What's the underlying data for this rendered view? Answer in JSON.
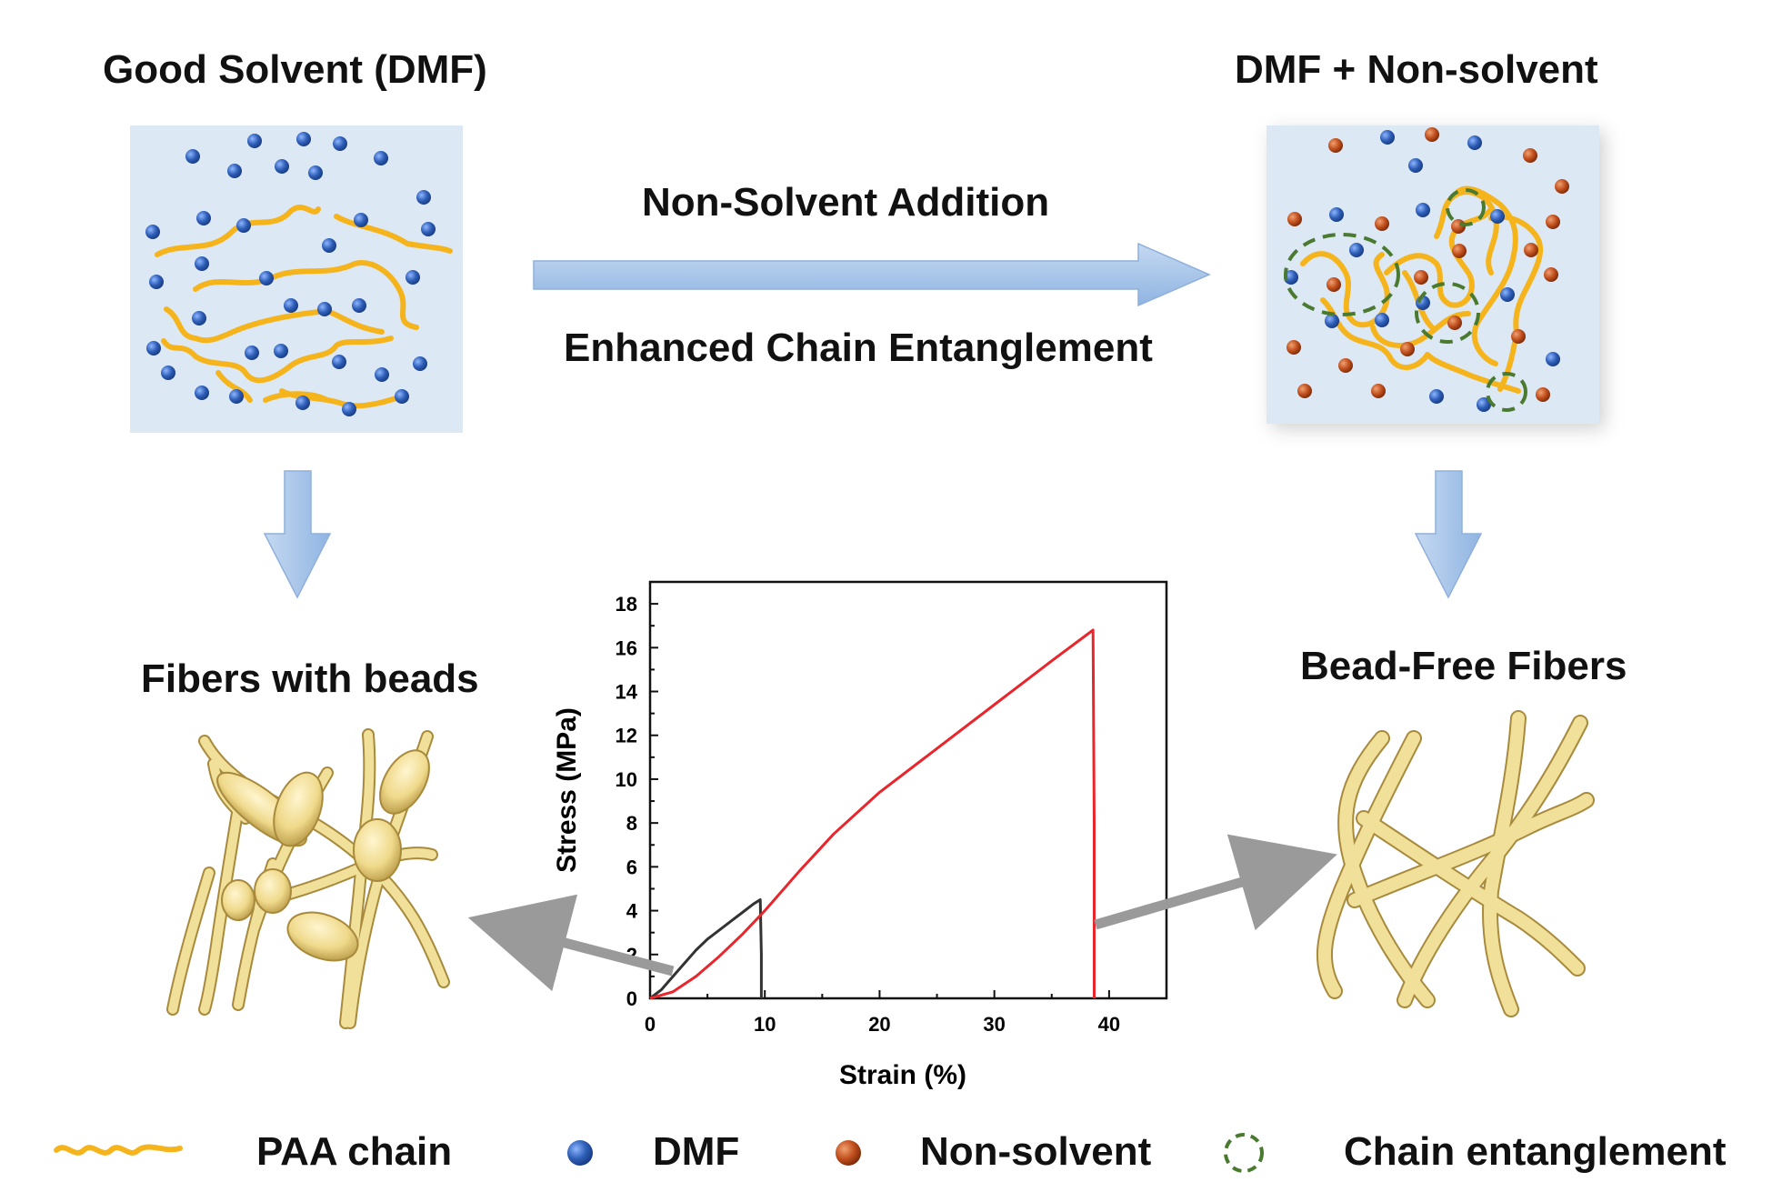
{
  "titles": {
    "left_panel": "Good Solvent (DMF)",
    "right_panel": "DMF + Non-solvent",
    "left_fibers": "Fibers with beads",
    "right_fibers": "Bead-Free Fibers"
  },
  "process": {
    "top_label": "Non-Solvent Addition",
    "bottom_label": "Enhanced Chain Entanglement"
  },
  "legend": {
    "paa_chain": "PAA chain",
    "dmf": "DMF",
    "non_solvent": "Non-solvent",
    "entanglement": "Chain entanglement"
  },
  "colors": {
    "chain": "#f5b41c",
    "dmf": "#2f5fb8",
    "non_solvent": "#c2501e",
    "entanglement": "#4a7a30",
    "panel_bg": "#dce8f4",
    "arrow": "#a7c4e6",
    "fiber": "#f1e09a"
  },
  "chart_data": {
    "type": "line",
    "xlabel": "Strain (%)",
    "ylabel": "Stress (MPa)",
    "xlim": [
      0,
      45
    ],
    "ylim": [
      0,
      19
    ],
    "xticks": [
      "0",
      "10",
      "20",
      "30",
      "40"
    ],
    "yticks": [
      "0",
      "2",
      "4",
      "6",
      "8",
      "10",
      "12",
      "14",
      "16",
      "18"
    ],
    "series": [
      {
        "color": "#333333",
        "x": [
          0,
          1,
          2,
          3,
          4,
          5,
          6,
          7,
          8,
          9,
          9.6,
          9.7,
          9.7
        ],
        "y": [
          0,
          0.4,
          1.0,
          1.6,
          2.2,
          2.7,
          3.1,
          3.5,
          3.9,
          4.3,
          4.5,
          2.0,
          0
        ]
      },
      {
        "color": "#e8262c",
        "x": [
          0,
          2,
          4,
          6,
          8,
          10,
          13,
          16,
          20,
          25,
          30,
          35,
          38.6,
          38.7,
          38.7
        ],
        "y": [
          0,
          0.3,
          1.0,
          1.9,
          2.9,
          4.0,
          5.8,
          7.5,
          9.4,
          11.4,
          13.4,
          15.4,
          16.8,
          8.0,
          0
        ]
      }
    ]
  }
}
